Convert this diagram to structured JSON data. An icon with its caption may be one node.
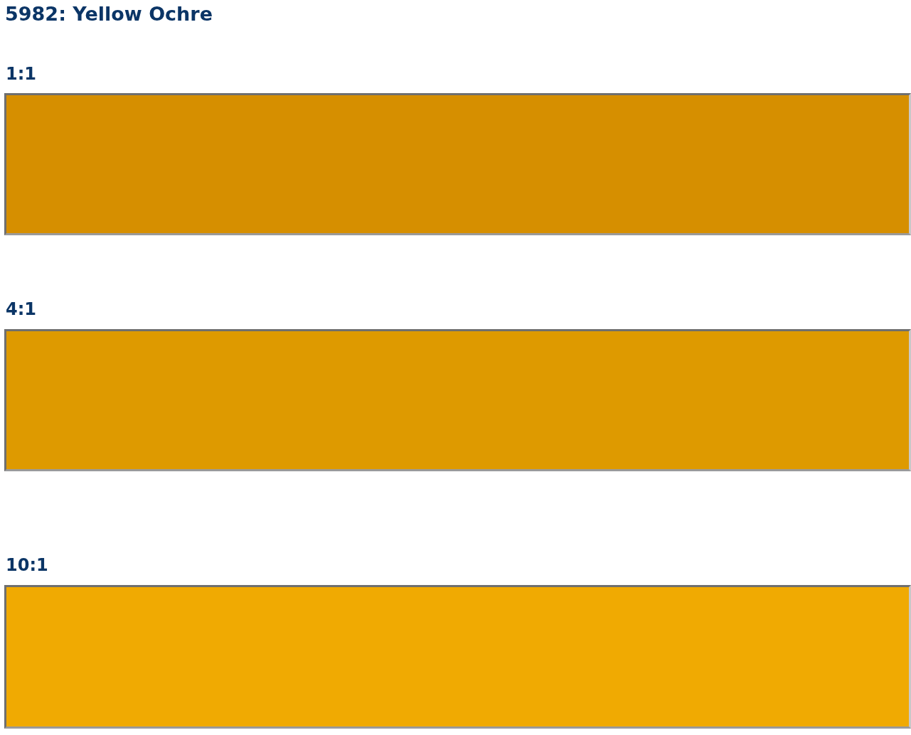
{
  "diagram": {
    "title": "5982: Yellow Ochre",
    "legend": [
      {
        "text": "1:1",
        "color": "#d68f00"
      },
      {
        "text": "4:1",
        "color": "#de9a00"
      },
      {
        "text": "10:1",
        "color": "#f0aa02"
      }
    ]
  }
}
